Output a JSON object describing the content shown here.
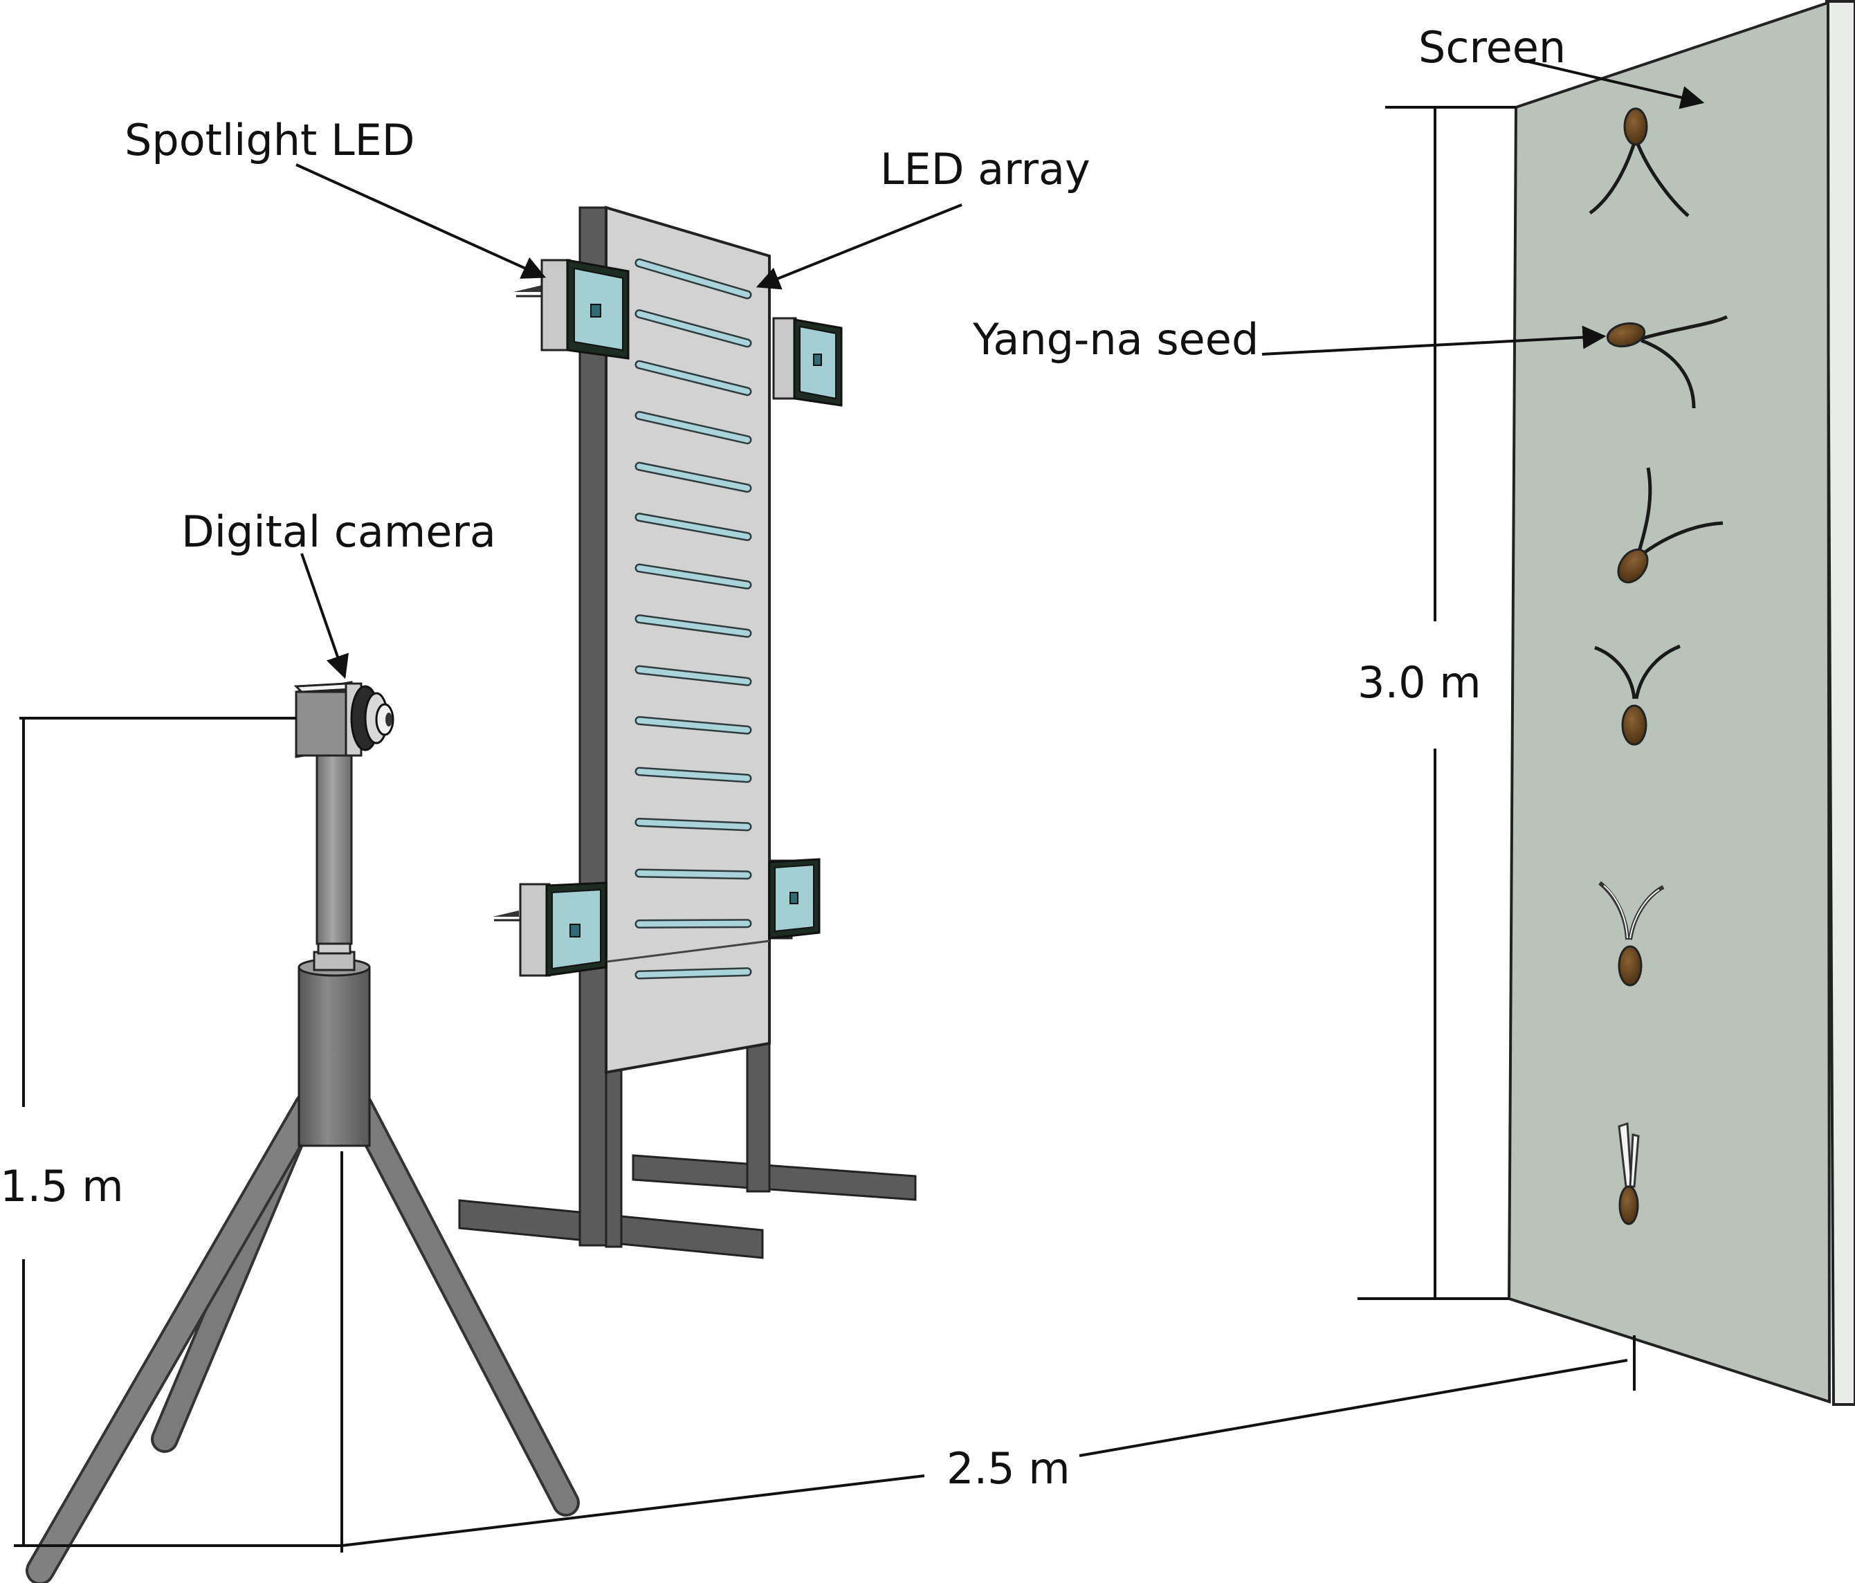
{
  "labels": {
    "screen": "Screen",
    "spotlight_led": "Spotlight LED",
    "led_array": "LED array",
    "yang_na_seed": "Yang-na seed",
    "digital_camera": "Digital camera",
    "screen_height": "3.0 m",
    "camera_height": "1.5 m",
    "distance": "2.5 m"
  },
  "colors": {
    "screen": "#b9c3ba",
    "panel": "#d2d2d2",
    "frame": "#5b5b5b",
    "led_tube": "#a9d4da",
    "led_lens": "#a3cfd3",
    "seed": "#5a3a1a"
  }
}
